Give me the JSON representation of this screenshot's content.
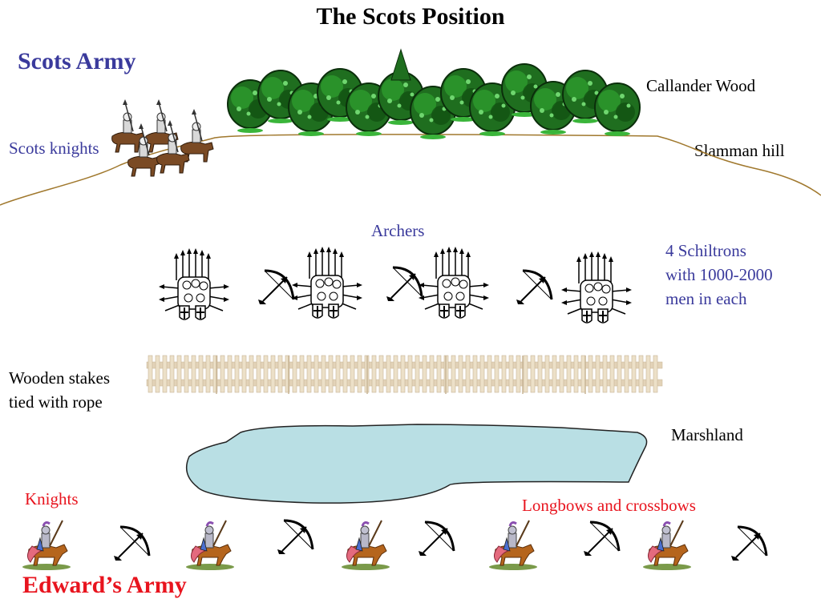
{
  "title": "The Scots Position",
  "armies": {
    "scots": "Scots Army",
    "edward": "Edward’s Army"
  },
  "labels": {
    "callander_wood": "Callander Wood",
    "slamman_hill": "Slamman hill",
    "scots_knights": "Scots knights",
    "archers": "Archers",
    "schiltrons_line1": "4 Schiltrons",
    "schiltrons_line2": "with 1000-2000",
    "schiltrons_line3": "men in each",
    "stakes_line1": "Wooden stakes",
    "stakes_line2": "tied with rope",
    "marshland": "Marshland",
    "knights": "Knights",
    "longbows": "Longbows and crossbows"
  },
  "colors": {
    "scots_blue": "#3a3a9c",
    "english_red": "#e8141e",
    "hill_line": "#a0782d",
    "marsh_fill": "#b9dfe4",
    "tree_green": "#2c8a2c",
    "fence": "#e3d3b8"
  }
}
